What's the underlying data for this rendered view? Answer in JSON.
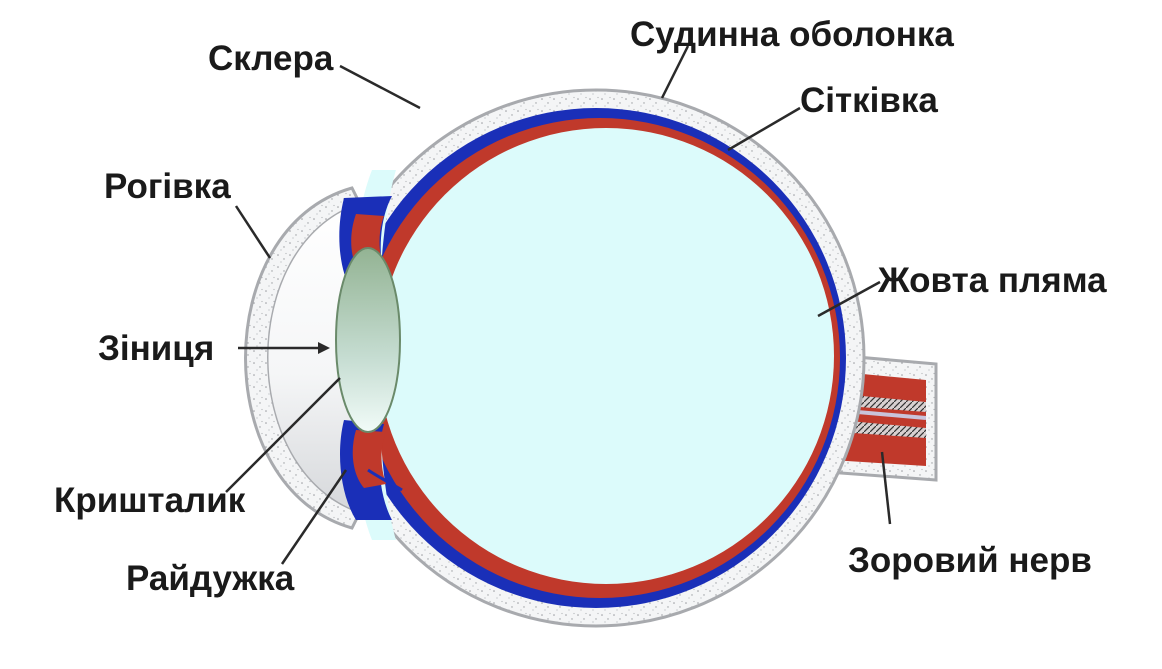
{
  "labels": {
    "sclera": "Склера",
    "choroid": "Судинна оболонка",
    "retina": "Сітківка",
    "cornea": "Рогівка",
    "macula": "Жовта пляма",
    "pupil": "Зіниця",
    "lens": "Кришталик",
    "iris": "Райдужка",
    "optic_nerve": "Зоровий нерв"
  },
  "colors": {
    "vitreous": "#dcfbfb",
    "choroid_blue": "#1a2fb8",
    "retina_red": "#c0392b",
    "sclera_fill": "#f4f5f6",
    "sclera_stroke": "#a8aaae",
    "lens_top": "#93b393",
    "lens_bottom": "#f1fbf8",
    "leader_line": "#2a2a2a"
  }
}
